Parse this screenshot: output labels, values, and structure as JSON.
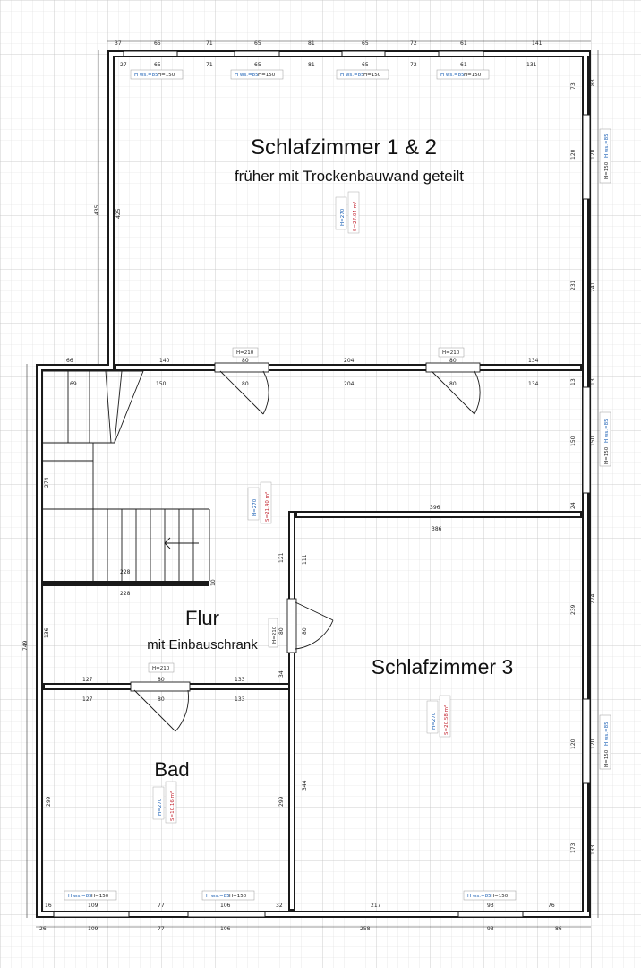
{
  "rooms": {
    "schlafzimmer12": {
      "name": "Schlafzimmer 1 & 2",
      "note": "früher mit Trockenbauwand geteilt",
      "height": "H=270",
      "area": "S=27.04 m²"
    },
    "flur": {
      "name": "Flur",
      "note": "mit Einbauschrank",
      "height": "H=270",
      "area": "S=21.40 m²"
    },
    "schlafzimmer3": {
      "name": "Schlafzimmer 3",
      "height": "H=270",
      "area": "S=20.58 m²"
    },
    "bad": {
      "name": "Bad",
      "height": "H=270",
      "area": "S=10.16 m²"
    }
  },
  "dims": {
    "top_outer": [
      "37",
      "65",
      "71",
      "65",
      "81",
      "65",
      "72",
      "61",
      "141"
    ],
    "top_inner": [
      "27",
      "65",
      "71",
      "65",
      "81",
      "65",
      "72",
      "61",
      "131"
    ],
    "right_upper": [
      "83",
      "73",
      "120",
      "120",
      "231",
      "241",
      "13",
      "13",
      "150",
      "150",
      "24"
    ],
    "left_upper": [
      "435",
      "425"
    ],
    "mid_wall": [
      "66",
      "140",
      "80",
      "204",
      "80",
      "134"
    ],
    "mid_wall_inner": [
      "69",
      "150",
      "80",
      "204",
      "80",
      "134"
    ],
    "sz3_top": [
      "396",
      "386"
    ],
    "stairs": [
      "274",
      "228",
      "228",
      "10"
    ],
    "flur_side": [
      "121",
      "111",
      "80",
      "80",
      "34",
      "136",
      "749"
    ],
    "bad_top": [
      "127",
      "80",
      "133"
    ],
    "bad_top_inner": [
      "127",
      "80",
      "133"
    ],
    "right_lower": [
      "274",
      "239",
      "120",
      "120",
      "173",
      "183"
    ],
    "bad_side": [
      "299",
      "299",
      "344"
    ],
    "bottom_inner": [
      "16",
      "109",
      "77",
      "106",
      "32",
      "217",
      "93",
      "76"
    ],
    "bottom_outer": [
      "26",
      "109",
      "77",
      "106",
      "258",
      "93",
      "86"
    ]
  },
  "labels": {
    "win_h150": "H=150",
    "win_hws": "H ws.=85",
    "door_h210": "H=210"
  }
}
